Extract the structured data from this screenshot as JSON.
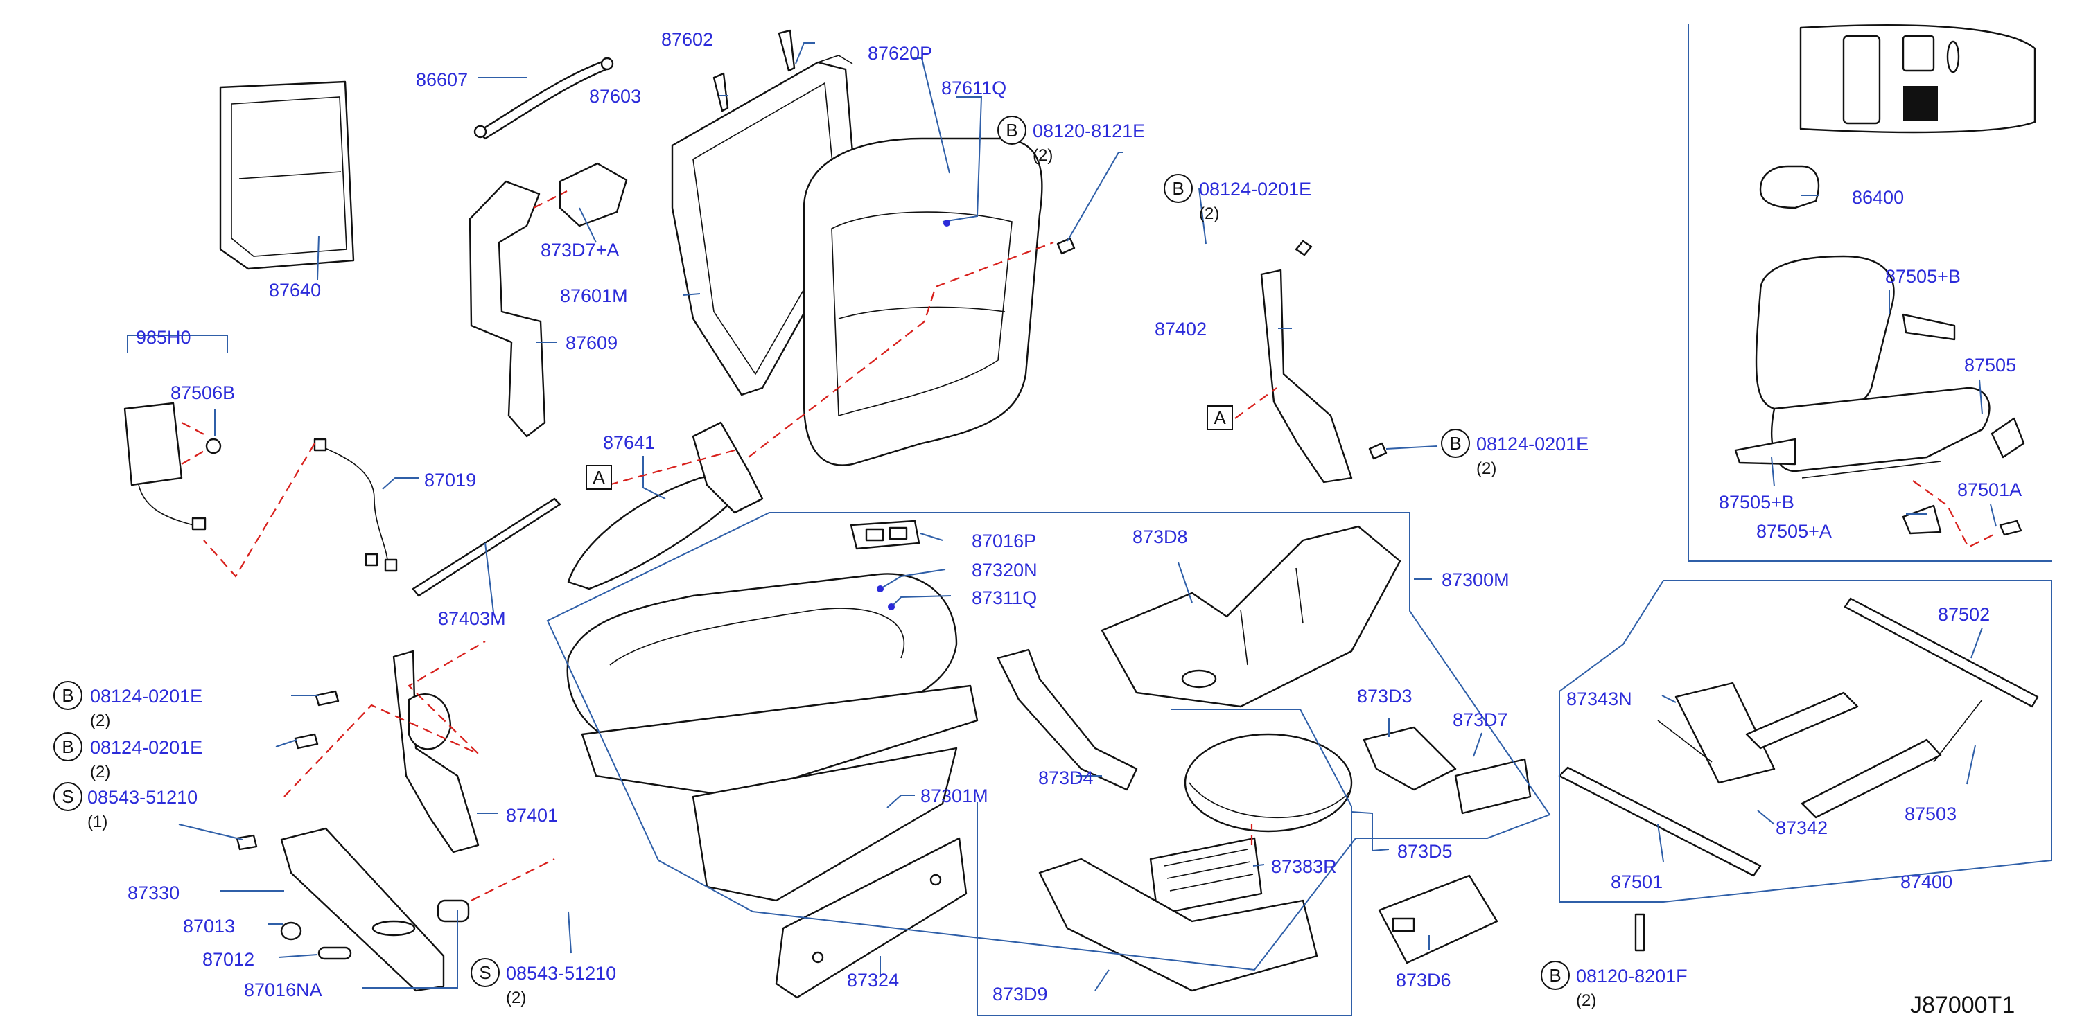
{
  "diagram_code": "J87000T1",
  "badges": {
    "bolt": "B",
    "screw": "S",
    "ref_a": "A"
  },
  "labels": {
    "p87602": "87602",
    "p87620P": "87620P",
    "p86607": "86607",
    "p87603": "87603",
    "p87611Q": "87611Q",
    "p08120_8121E": "08120-8121E",
    "q08120_8121E": "(2)",
    "p873D7A": "873D7+A",
    "p87640": "87640",
    "p87601M": "87601M",
    "p87609": "87609",
    "p985H0": "985H0",
    "p87506B": "87506B",
    "p87019": "87019",
    "p87641": "87641",
    "p87403M": "87403M",
    "p08124_top": "08124-0201E",
    "q08124_top": "(2)",
    "p87402": "87402",
    "p08124_right": "08124-0201E",
    "q08124_right": "(2)",
    "p87016P": "87016P",
    "p87320N": "87320N",
    "p87311Q": "87311Q",
    "p873D8": "873D8",
    "p87300M": "87300M",
    "p08124_l1": "08124-0201E",
    "q08124_l1": "(2)",
    "p08124_l2": "08124-0201E",
    "q08124_l2": "(2)",
    "p08543_l": "08543-51210",
    "q08543_l": "(1)",
    "p87401": "87401",
    "p87330": "87330",
    "p87013": "87013",
    "p87012": "87012",
    "p87016NA": "87016NA",
    "p08543_b": "08543-51210",
    "q08543_b": "(2)",
    "p87301M": "87301M",
    "p87324": "87324",
    "p873D4": "873D4",
    "p873D3": "873D3",
    "p873D7": "873D7",
    "p873D5": "873D5",
    "p87383R": "87383R",
    "p873D9": "873D9",
    "p873D6": "873D6",
    "p86400": "86400",
    "p87505B_1": "87505+B",
    "p87505": "87505",
    "p87505B_2": "87505+B",
    "p87501A": "87501A",
    "p87505A": "87505+A",
    "p87502": "87502",
    "p87343N": "87343N",
    "p87342": "87342",
    "p87503": "87503",
    "p87501": "87501",
    "p87400": "87400",
    "p08120_8201F": "08120-8201F",
    "q08120_8201F": "(2)"
  }
}
